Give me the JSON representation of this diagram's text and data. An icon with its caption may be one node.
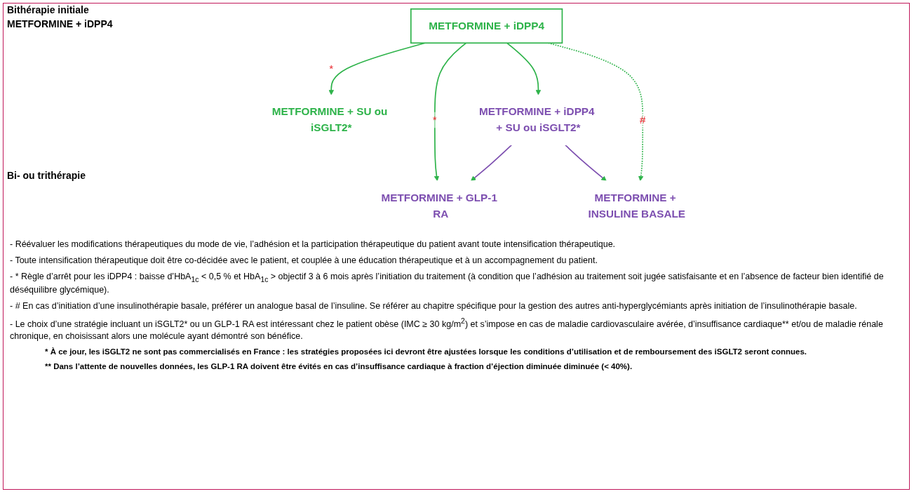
{
  "diagram": {
    "nodes": [
      {
        "text": [
          "METFORMINE + iDPP4"
        ]
      },
      {
        "text": [
          "METFORMINE + SU ou iSGLT2*"
        ]
      },
      {
        "text": [
          "METFORMINE + GLP-1 RA"
        ]
      },
      {
        "text": [
          "METFORMINE + iDPP4 + SU ou iSGLT2*"
        ]
      },
      {
        "text": [
          "METFORMINE + INSULINE BASALE"
        ]
      }
    ],
    "edges": [
      {
        "from": 0,
        "to": 1,
        "arrow": "to",
        "label": "*"
      },
      {
        "from": 0,
        "to": 2,
        "arrow": "to",
        "label": "*"
      },
      {
        "from": 0,
        "to": 3,
        "arrow": "to"
      },
      {
        "from": 0,
        "to": 4,
        "arrow": "to",
        "label": "#",
        "style": "dashed"
      },
      {
        "from": 3,
        "to": 2,
        "arrow": "to",
        "color": "#7d4fb0"
      },
      {
        "from": 3,
        "to": 4,
        "arrow": "to",
        "color": "#7d4fb0"
      }
    ],
    "labels": [
      "Bithérapie initiale",
      "METFORMINE + iDPP4",
      "Bi- ou trithérapie",
      "- Réévaluer les modifications thérapeutiques du mode de vie, l’adhésion et la participation thérapeutique du patient avant toute intensification thérapeutique.",
      "- Toute intensification thérapeutique doit être co-décidée avec le patient, et couplée à une éducation thérapeutique et à un accompagnement du patient.",
      "- * Règle d’arrêt pour les iDPP4 : baisse d’HbA$_{1c}$ < 0,5 % et HbA$_{1c}$ > objectif 3 à 6 mois après l’initiation du traitement (à condition que l’adhésion au traitement soit jugée satisfaisante et en l’absence de facteur bien identifié de déséquilibre glycémique).",
      "- # En cas d’initiation d’une insulinothérapie basale, préférer un analogue basal de l’insuline. Se référer au chapitre spécifique pour la gestion des autres anti-hyperglycémiants après initiation de l’insulinothérapie basale.",
      "- Le choix d’une stratégie incluant un iSGLT2* ou un GLP-1 RA est intéressant chez le patient obèse (IMC ≥ 30 kg/m$^{2}$) et s’impose en cas de maladie cardiovasculaire avérée, d’insuffisance cardiaque** et/ou de maladie rénale chronique, en choisissant alors une molécule ayant démontré son bénéfice.",
      "* À ce jour, les iSGLT2 ne sont pas commercialisés en France : les stratégies proposées ici devront être ajustées lorsque les conditions d’utilisation et de remboursement des iSGLT2 seront connues.",
      "** Dans l’attente de nouvelles données, les GLP-1 RA doivent être évités en cas d’insuffisance cardiaque à fraction d’éjection diminuée diminuée (< 40%)."
    ]
  }
}
